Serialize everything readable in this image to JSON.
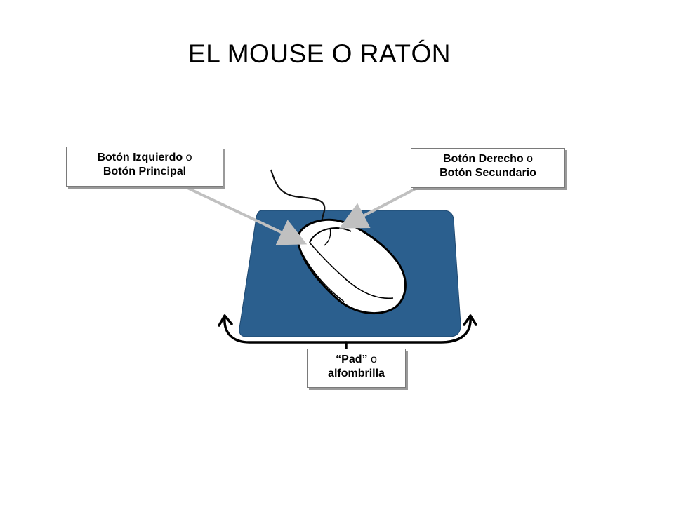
{
  "title": "EL MOUSE O RATÓN",
  "callouts": {
    "left_button": {
      "line1_bold": "Botón Izquierdo",
      "line1_conj": "o",
      "line2_bold": "Botón Principal"
    },
    "right_button": {
      "line1_bold": "Botón Derecho",
      "line1_conj": "o",
      "line2_bold": "Botón Secundario"
    },
    "pad": {
      "line1_bold": "“Pad”",
      "line1_conj": "o",
      "line2_bold": "alfombrilla"
    }
  },
  "colors": {
    "pad": "#2b5f8e",
    "connector": "#c0c0c0",
    "text": "#000000"
  },
  "icons": [
    "mouse-illustration",
    "mousepad-illustration",
    "curved-double-arrow"
  ]
}
